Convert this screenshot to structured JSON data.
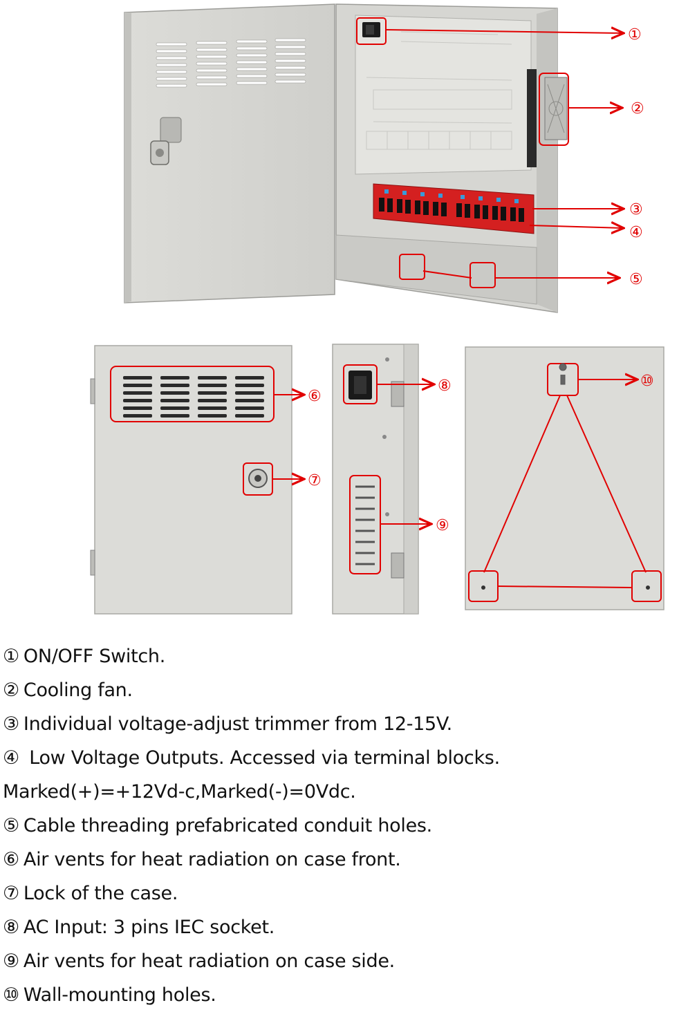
{
  "colors": {
    "accent": "#e10000",
    "case": "#d8d8d4",
    "terminal": "#d42020",
    "text": "#111111"
  },
  "callouts": [
    "①",
    "②",
    "③",
    "④",
    "⑤",
    "⑥",
    "⑦",
    "⑧",
    "⑨",
    "⑩"
  ],
  "legend": [
    {
      "num": "①",
      "text": "ON/OFF Switch."
    },
    {
      "num": "②",
      "text": "Cooling fan."
    },
    {
      "num": "③",
      "text": "Individual voltage-adjust trimmer from 12-15V."
    },
    {
      "num": "④",
      "text": " Low Voltage Outputs. Accessed via terminal blocks. Marked(+)=+12Vd-c,Marked(-)=0Vdc."
    },
    {
      "num": "⑤",
      "text": "Cable threading prefabricated conduit holes."
    },
    {
      "num": "⑥",
      "text": "Air vents for heat radiation on case front."
    },
    {
      "num": "⑦",
      "text": "Lock of the case."
    },
    {
      "num": "⑧",
      "text": "AC Input: 3 pins IEC socket."
    },
    {
      "num": "⑨",
      "text": "Air vents for heat radiation on case side."
    },
    {
      "num": "⑩",
      "text": "Wall-mounting holes."
    }
  ]
}
